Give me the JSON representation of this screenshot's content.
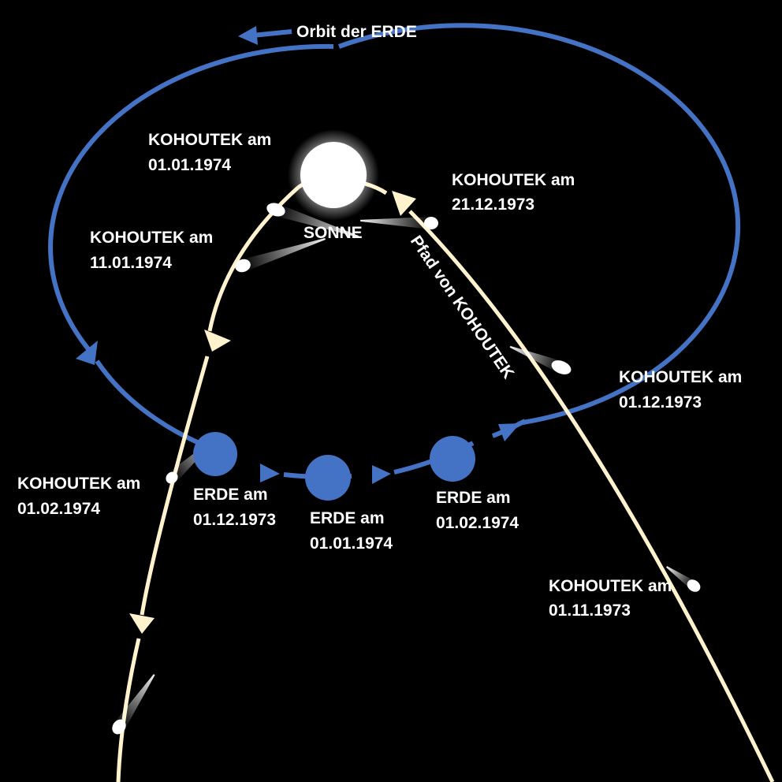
{
  "orbit_label": "Orbit der ERDE",
  "sun_label": "SONNE",
  "comet_path_label": "Pfad von KOHOUTEK",
  "comet_positions": [
    {
      "line1": "KOHOUTEK am",
      "line2": "01.11.1973"
    },
    {
      "line1": "KOHOUTEK am",
      "line2": "01.12.1973"
    },
    {
      "line1": "KOHOUTEK am",
      "line2": "21.12.1973"
    },
    {
      "line1": "KOHOUTEK am",
      "line2": "01.01.1974"
    },
    {
      "line1": "KOHOUTEK am",
      "line2": "11.01.1974"
    },
    {
      "line1": "KOHOUTEK am",
      "line2": "01.02.1974"
    }
  ],
  "earth_positions": [
    {
      "line1": "ERDE am",
      "line2": "01.12.1973"
    },
    {
      "line1": "ERDE am",
      "line2": "01.01.1974"
    },
    {
      "line1": "ERDE am",
      "line2": "01.02.1974"
    }
  ],
  "colors": {
    "background": "#000000",
    "earth_orbit": "#4472c4",
    "comet_path": "#fff2cc",
    "sun": "#ffffff",
    "text": "#ffffff"
  }
}
